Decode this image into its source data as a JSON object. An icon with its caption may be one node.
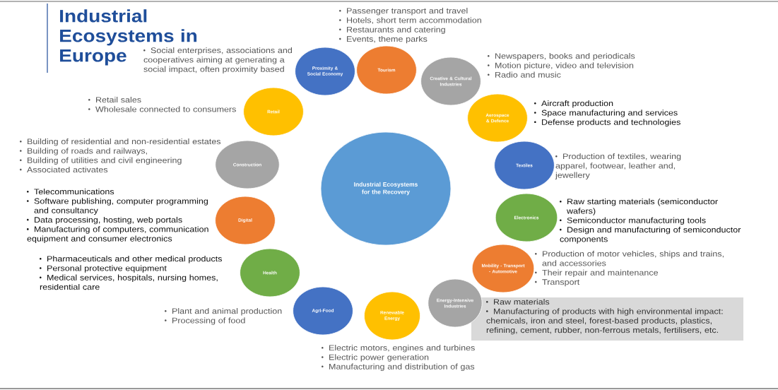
{
  "diagram": {
    "title": "Industrial Ecosystems in Europe",
    "nodes": [
      {
        "text": [
          "Industrial Ecosystems for the Recovery"
        ]
      },
      {
        "text": [
          "Proximity & Social Economy"
        ],
        "beside": [
          "Social enterprises, associations and cooperatives aiming at generating a social impact, often proximity based"
        ]
      },
      {
        "text": [
          "Tourism"
        ],
        "beside": [
          "Passenger transport and travel",
          "Hotels, short term accommodation",
          "Restaurants and catering",
          "Events, theme parks"
        ]
      },
      {
        "text": [
          "Creative & Cultural Industries"
        ],
        "beside": [
          "Newspapers, books and periodicals",
          "Motion picture, video and television",
          "Radio and music"
        ]
      },
      {
        "text": [
          "Aerospace & Defence"
        ],
        "beside": [
          "Aircraft production",
          "Space manufacturing and services",
          "Defense products and technologies"
        ]
      },
      {
        "text": [
          "Textiles"
        ],
        "beside": [
          "Production of textiles, wearing apparel, footwear, leather and, jewellery"
        ]
      },
      {
        "text": [
          "Electronics"
        ],
        "beside": [
          "Raw starting materials (semiconductor wafers)",
          "Semiconductor manufacturing tools",
          "Design and manufacturing of semiconductor components"
        ]
      },
      {
        "text": [
          "Mobility - Transport - Automotive"
        ],
        "beside": [
          "Production of motor vehicles, ships and trains, and accessories",
          "Their repair and maintenance",
          "Transport"
        ]
      },
      {
        "text": [
          "Energy-Intensive Industries"
        ],
        "beside": [
          "Raw materials",
          "Manufacturing of products with high environmental impact: chemicals, iron and steel, forest-based products, plastics, refining, cement, rubber, non-ferrous metals, fertilisers, etc."
        ]
      },
      {
        "text": [
          "Renewable Energy"
        ],
        "beside": [
          "Electric motors, engines and turbines",
          "Electric power generation",
          "Manufacturing and distribution of gas"
        ]
      },
      {
        "text": [
          "Agri-Food"
        ],
        "beside": [
          "Plant and animal production",
          "Processing of food"
        ]
      },
      {
        "text": [
          "Health"
        ],
        "beside": [
          "Pharmaceuticals and other medical products",
          "Personal protective equipment",
          "Medical services, hospitals, nursing homes, residential care"
        ]
      },
      {
        "text": [
          "Digital"
        ],
        "beside": [
          "Telecommunications",
          "Software publishing, computer programming and consultancy",
          "Data processing, hosting, web portals",
          "Manufacturing of computers, communication equipment and consumer electronics"
        ]
      },
      {
        "text": [
          "Construction"
        ],
        "beside": [
          "Building of residential and non-residential estates",
          "Building of roads and railways,",
          "Building of utilities and civil engineering",
          "Associated activates"
        ]
      },
      {
        "text": [
          "Retail"
        ],
        "beside": [
          "Retail sales",
          "Wholesale connected to consumers"
        ]
      }
    ]
  }
}
